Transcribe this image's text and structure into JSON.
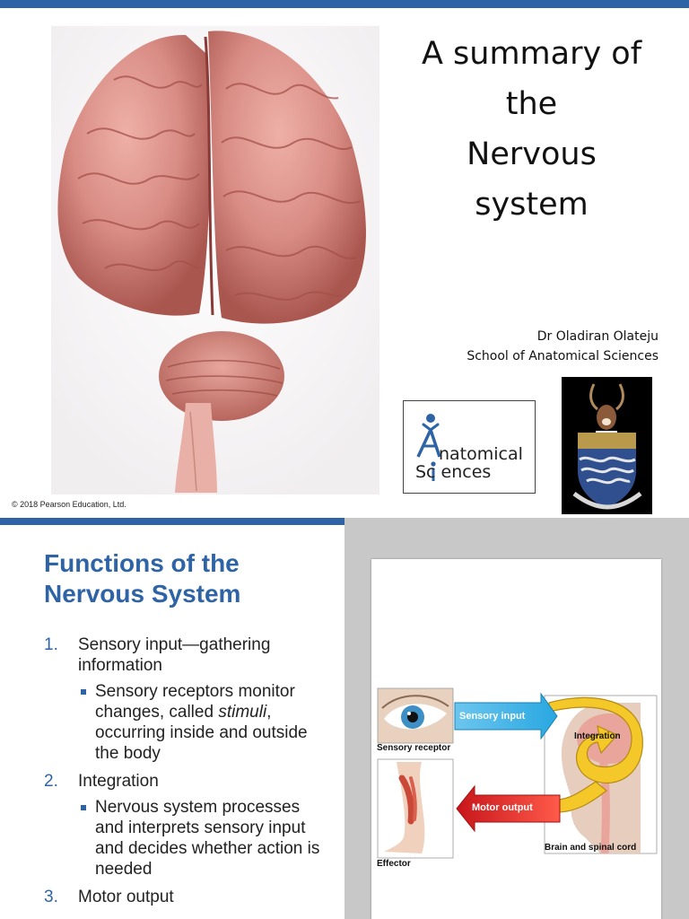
{
  "slide1": {
    "title": "A summary of\nthe\nNervous\nsystem",
    "author": "Dr Oladiran Olateju",
    "school": "School of Anatomical Sciences",
    "logo_line1": "natomical",
    "logo_line2": "Sc ences",
    "copyright": "© 2018 Pearson Education, Ltd."
  },
  "slide2": {
    "title": "Functions of the Nervous System",
    "items": [
      {
        "number": "1.",
        "label": "Sensory input—gathering information",
        "sub_before": "Sensory receptors monitor changes, called ",
        "sub_em": "stimuli",
        "sub_after": ", occurring inside and outside the body"
      },
      {
        "number": "2.",
        "label": "Integration",
        "sub": "Nervous system processes and interprets sensory input and decides whether action is needed"
      },
      {
        "number": "3.",
        "label": "Motor output"
      }
    ]
  },
  "diagram": {
    "sensory_receptor": "Sensory receptor",
    "sensory_input": "Sensory input",
    "integration": "Integration",
    "motor_output": "Motor output",
    "brain_spinal_cord": "Brain and spinal cord",
    "effector": "Effector"
  },
  "colors": {
    "accent": "#2e64a6",
    "arrow_blue": "#29a7e1",
    "arrow_red": "#e02428",
    "integration_yellow": "#f5c82a",
    "brain_pink": "#d98a84"
  }
}
